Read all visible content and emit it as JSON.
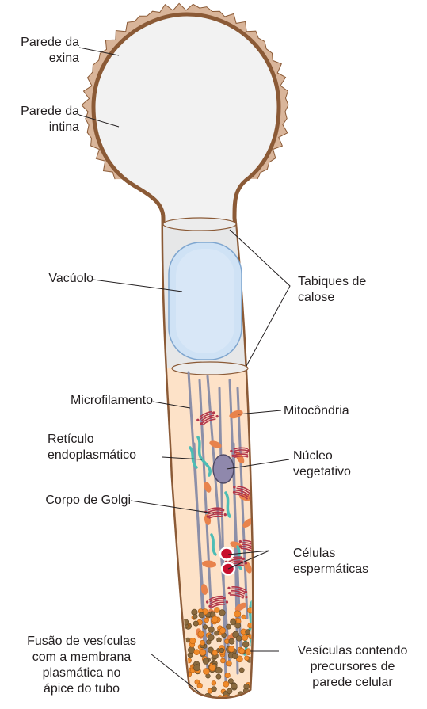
{
  "labels": {
    "exine": "Parede da\nexina",
    "intine": "Parede da\nintina",
    "vacuole": "Vacúolo",
    "callose": "Tabiques de\ncalose",
    "microfilament": "Microfilamento",
    "mitochondria": "Mitocôndria",
    "er": "Retículo\nendoplasmático",
    "nucleus": "Núcleo\nvegetativo",
    "golgi": "Corpo de Golgi",
    "sperm": "Células\nespermáticas",
    "fusion": "Fusão de vesículas\ncom a membrana\nplasmática no\nápice do tubo",
    "vesicles": "Vesículas contendo\nprecursores de\nparede celular"
  },
  "colors": {
    "wall": "#8b5a36",
    "exine_fringe": "#a8745a",
    "grain_fill": "#f2f2f2",
    "callose_fill": "#e6e7e8",
    "vacuole_fill": "#cfe2f5",
    "cytoplasm_fill": "#fde2c8",
    "microfilament": "#8c8fa8",
    "mitochondria": "#e8834c",
    "er": "#4dbdb5",
    "nucleus": "#8f88ac",
    "golgi": "#b3364a",
    "sperm": "#c8102e",
    "vesicle_orange": "#f08a2a",
    "vesicle_brown": "#8b6a3e",
    "leader": "#231f20"
  }
}
